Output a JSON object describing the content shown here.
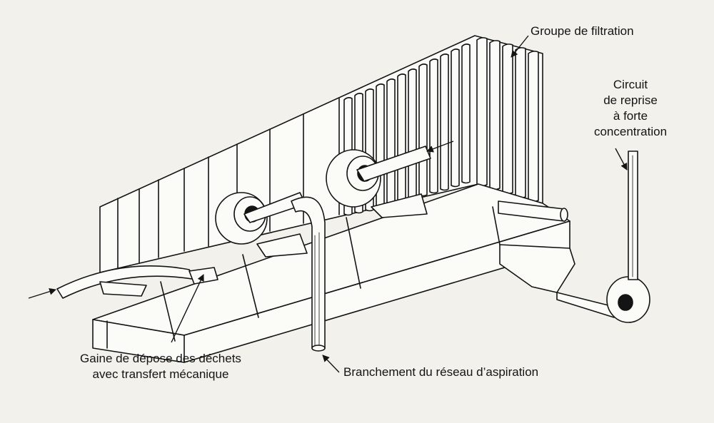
{
  "labels": {
    "filtration": "Groupe de filtration",
    "circuit": [
      "Circuit",
      "de reprise",
      "à forte",
      "concentration"
    ],
    "gaine": [
      "Gaine de dépose des déchets",
      "avec transfert mécanique"
    ],
    "branchement": "Branchement du réseau d’aspiration"
  },
  "colors": {
    "background": "#f2f1ec",
    "ink": "#141414",
    "fill": "#fbfbf8"
  }
}
